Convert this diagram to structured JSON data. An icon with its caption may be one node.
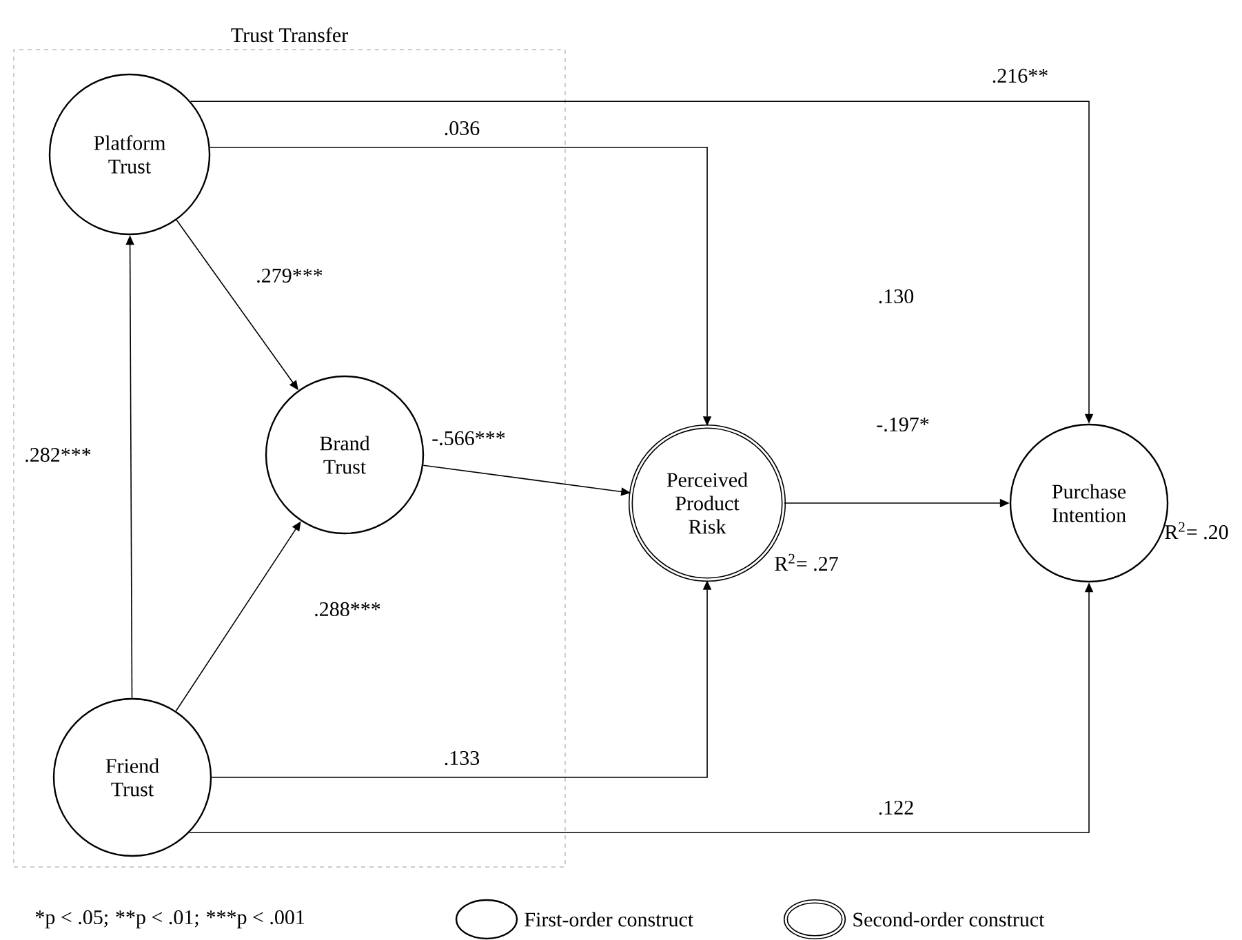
{
  "diagram": {
    "nodes": [
      {
        "text": [
          "Trust Transfer"
        ]
      },
      {
        "text": [
          "Platform Trust"
        ],
        "in": 0
      },
      {
        "text": [
          "Brand Trust"
        ],
        "in": 0
      },
      {
        "text": [
          "Friend Trust"
        ],
        "in": 0
      },
      {
        "text": [
          "Perceived Product Risk"
        ],
        "beside": [
          "R$^{2}$= .27"
        ]
      },
      {
        "text": [
          "Purchase Intention"
        ],
        "beside": [
          "R$^{2}$= .20"
        ]
      }
    ],
    "edges": [
      {
        "from": 1,
        "to": 5,
        "arrow": "to",
        "label": ".216**"
      },
      {
        "from": 1,
        "to": 4,
        "arrow": "to",
        "label": ".036"
      },
      {
        "from": 1,
        "to": 2,
        "arrow": "to",
        "label": ".279***"
      },
      {
        "from": 3,
        "to": 1,
        "arrow": "to",
        "label": ".282***"
      },
      {
        "from": 3,
        "to": 2,
        "arrow": "to",
        "label": ".288***"
      },
      {
        "from": 2,
        "to": 4,
        "arrow": "to",
        "label": "-.566***"
      },
      {
        "from": 4,
        "to": 5,
        "arrow": "to",
        "label": "-.197*"
      },
      {
        "from": 3,
        "to": 4,
        "arrow": "to",
        "label": ".133"
      },
      {
        "from": 3,
        "to": 5,
        "arrow": "to",
        "label": ".122"
      }
    ],
    "labels": [
      ".130",
      "*p < .05;",
      "**p < .01;",
      "***p < .001"
    ],
    "legend": [
      {
        "text": "First-order construct"
      },
      {
        "text": "Second-order construct"
      }
    ]
  }
}
